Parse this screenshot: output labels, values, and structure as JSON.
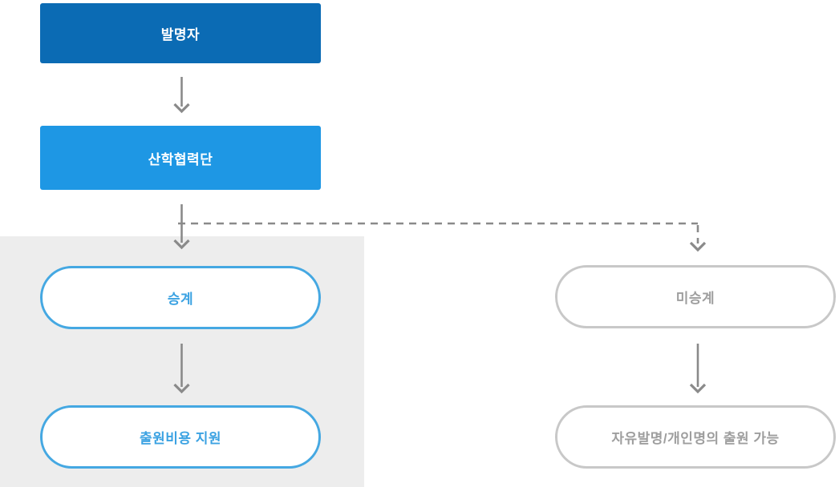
{
  "diagram": {
    "title": "patent-application-succession-flow",
    "nodes": {
      "inventor": {
        "label": "발명자"
      },
      "foundation": {
        "label": "산학협력단"
      },
      "succession": {
        "label": "승계"
      },
      "cost_support": {
        "label": "출원비용 지원"
      },
      "non_succession": {
        "label": "미승계"
      },
      "free_invention": {
        "label": "자유발명/개인명의 출원 가능"
      }
    },
    "colors": {
      "box_primary_bg": "#0b6bb4",
      "box_secondary_bg": "#1e97e4",
      "box_text": "#ffffff",
      "pill_blue_border": "#45a8e2",
      "pill_blue_text": "#3ba2e2",
      "pill_gray_border": "#c8c8c8",
      "pill_gray_text": "#9e9e9e",
      "arrow": "#8a8a8a",
      "panel_bg": "#ededed",
      "page_bg": "#ffffff"
    }
  }
}
